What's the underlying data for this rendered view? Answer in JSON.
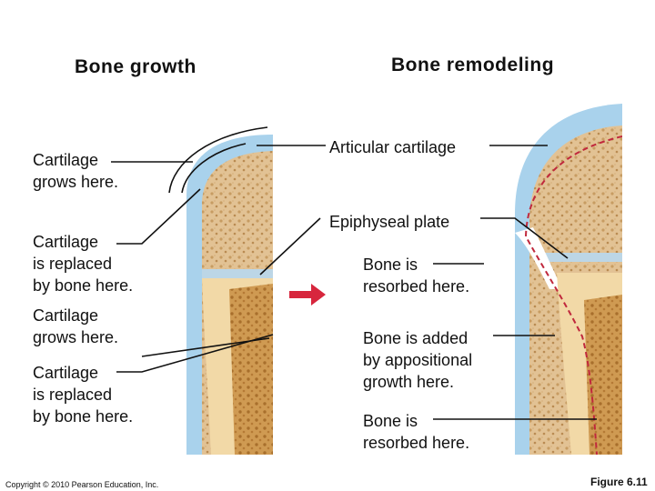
{
  "titles": {
    "left": "Bone growth",
    "right": "Bone remodeling"
  },
  "left_labels": {
    "grows_1": "Cartilage\ngrows here.",
    "replaced_1": "Cartilage\nis replaced\nby bone here.",
    "grows_2": "Cartilage\ngrows here.",
    "replaced_2": "Cartilage\nis replaced\nby bone here."
  },
  "right_labels": {
    "articular": "Articular cartilage",
    "epiphyseal": "Epiphyseal plate",
    "resorbed_1": "Bone is\nresorbed here.",
    "added": "Bone is added\nby appositional\ngrowth here.",
    "resorbed_2": "Bone is\nresorbed here."
  },
  "footer": {
    "copyright": "Copyright © 2010 Pearson Education, Inc.",
    "figure": "Figure 6.11"
  },
  "colors": {
    "cartilage": "#a9d2ec",
    "bone_spongy": "#dcb989",
    "bone_compact": "#f2d9a7",
    "marrow": "#c98a3c",
    "arrow": "#d7263d",
    "dashed_outline": "#c0283c"
  }
}
